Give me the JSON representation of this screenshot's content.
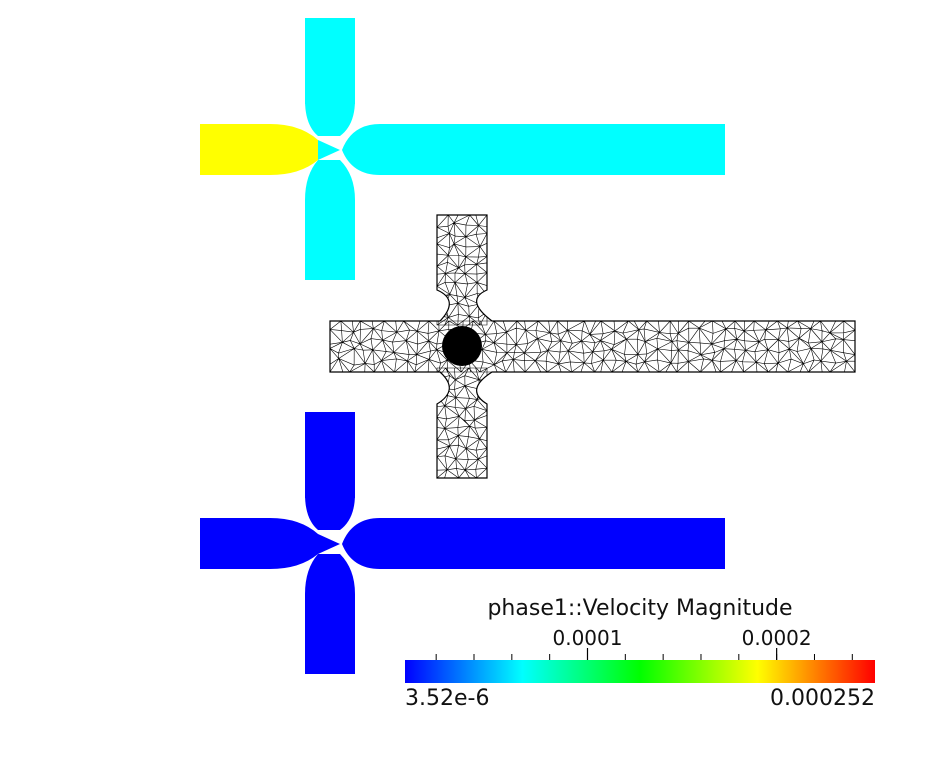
{
  "views": [
    {
      "name": "top-domain",
      "fill": "#00ffff",
      "inlet_fill": "#ffff00"
    },
    {
      "name": "middle-mesh",
      "fill": "#ffffff",
      "stroke": "#000000"
    },
    {
      "name": "bottom-domain",
      "fill": "#0000ff"
    }
  ],
  "colorbar": {
    "title": "phase1::Velocity Magnitude",
    "min_label": "3.52e-6",
    "max_label": "0.000252",
    "min": 3.52e-06,
    "max": 0.000252,
    "ticks": [
      {
        "value": 0.0001,
        "label": "0.0001"
      },
      {
        "value": 0.0002,
        "label": "0.0002"
      }
    ],
    "colors": [
      "#0000ff",
      "#00ffff",
      "#00ff00",
      "#ffff00",
      "#ff0000"
    ]
  }
}
